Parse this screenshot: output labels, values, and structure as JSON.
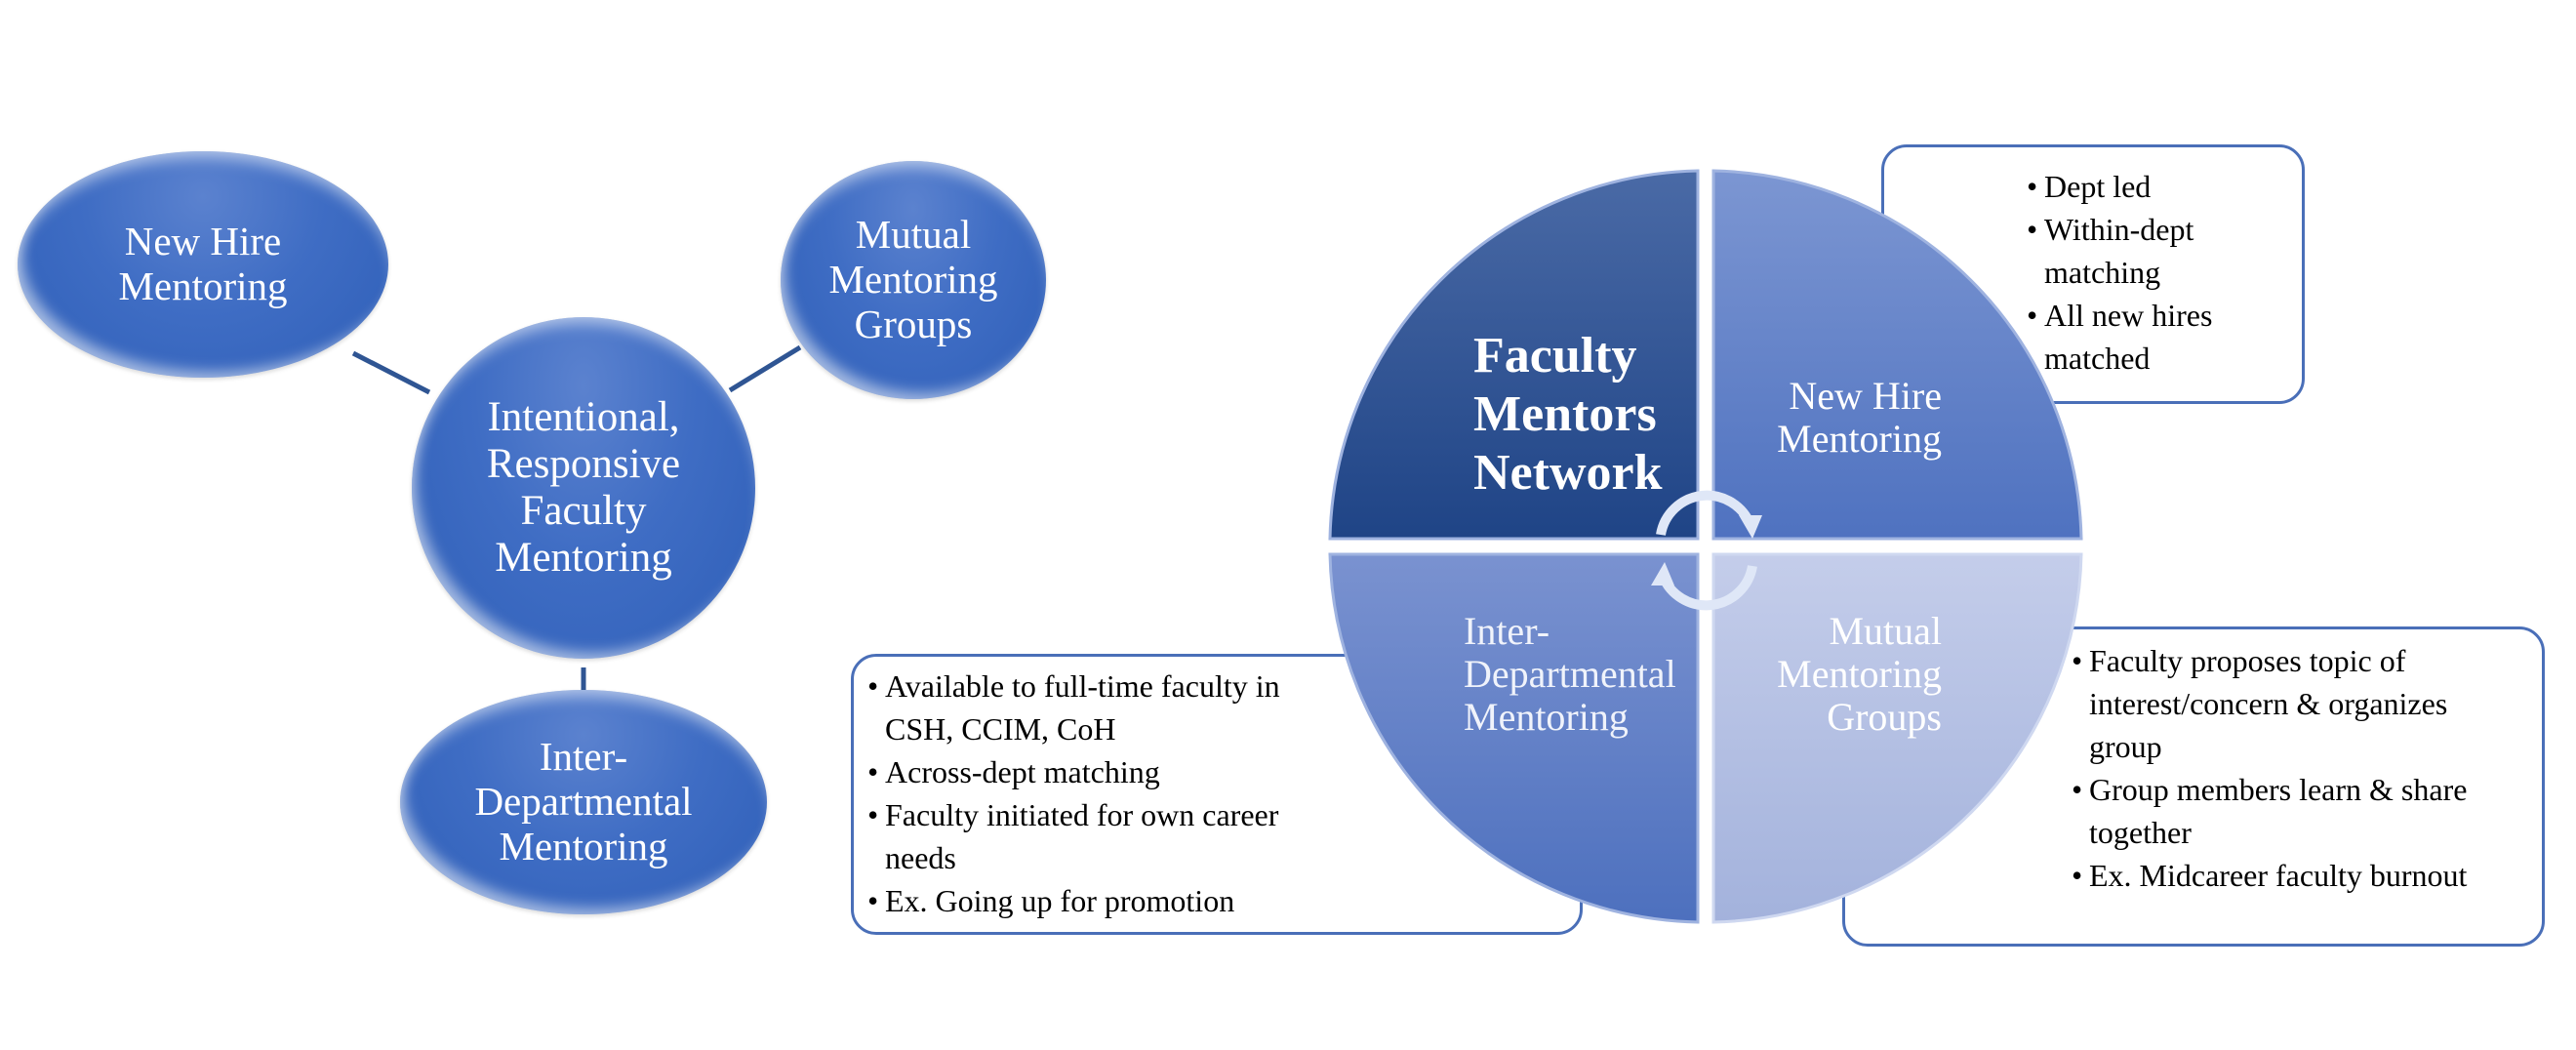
{
  "hub_diagram": {
    "center": [
      "Intentional,",
      "Responsive",
      "Faculty",
      "Mentoring"
    ],
    "new_hire": [
      "New Hire",
      "Mentoring"
    ],
    "mutual": [
      "Mutual",
      "Mentoring",
      "Groups"
    ],
    "inter_dept": [
      "Inter-",
      "Departmental",
      "Mentoring"
    ]
  },
  "pie": {
    "title": [
      "Faculty",
      "Mentors",
      "Network"
    ],
    "new_hire": [
      "New Hire",
      "Mentoring"
    ],
    "inter_dept": [
      "Inter-",
      "Departmental",
      "Mentoring"
    ],
    "mutual": [
      "Mutual",
      "Mentoring",
      "Groups"
    ]
  },
  "callouts": {
    "new_hire": [
      "Dept led",
      "Within-dept matching",
      "All new hires matched"
    ],
    "inter_dept": [
      "Available to full-time faculty in CSH, CCIM, CoH",
      "Across-dept matching",
      "Faculty initiated for own career needs",
      "Ex. Going up for promotion"
    ],
    "mutual": [
      "Faculty proposes topic of interest/concern & organizes group",
      "Group members learn & share together",
      "Ex. Midcareer faculty burnout"
    ]
  },
  "colors": {
    "dark_quadrant": "#234a8c",
    "mid_quadrant": "#6584c9",
    "light_quadrant": "#b4c0e2",
    "bubble": "#3a68c0",
    "box_border": "#4a6fb8"
  }
}
